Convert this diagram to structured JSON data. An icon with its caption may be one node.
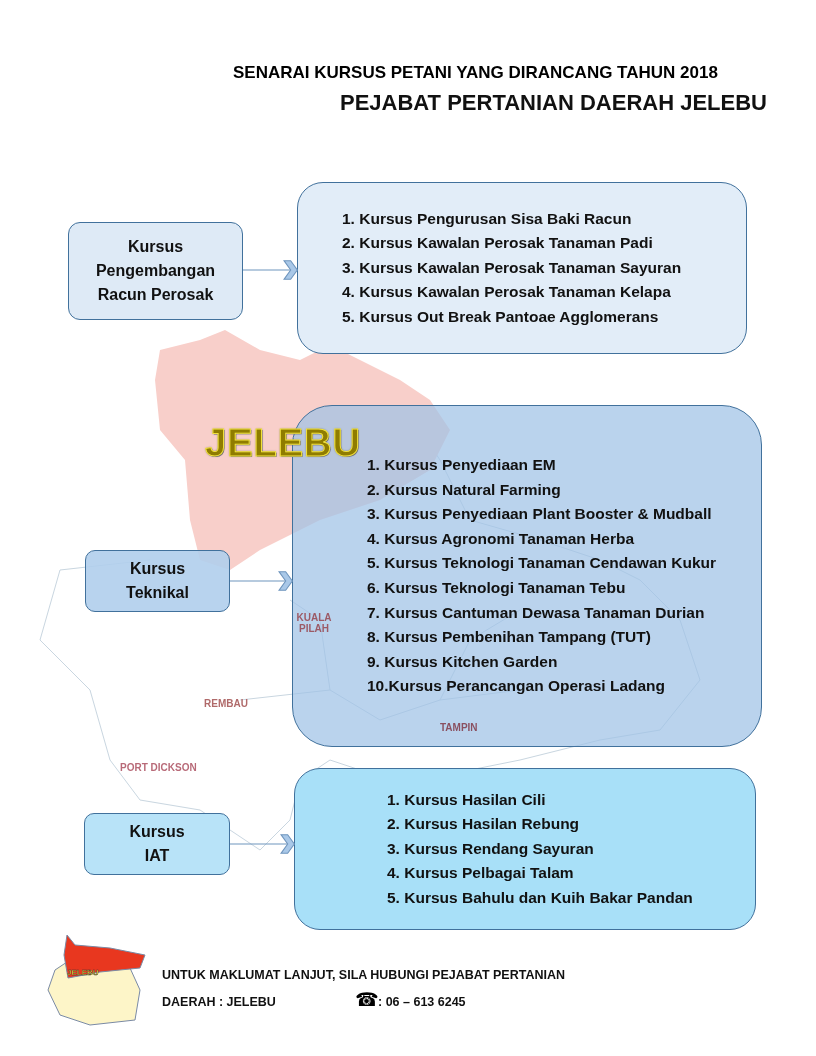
{
  "diagram": {
    "title": "SENARAI KURSUS PETANI YANG DIRANCANG TAHUN 2018",
    "nodes": [
      {
        "text": [
          "Kursus Pengembangan Racun Perosak"
        ]
      },
      {
        "text": [
          "1. Kursus Pengurusan Sisa Baki Racun",
          "2. Kursus Kawalan Perosak Tanaman Padi",
          "3. Kursus Kawalan Perosak Tanaman Sayuran",
          "4. Kursus Kawalan Perosak Tanaman Kelapa",
          "5. Kursus Out Break Pantoae Agglomerans"
        ]
      },
      {
        "text": [
          "Kursus Teknikal"
        ]
      },
      {
        "text": [
          "1. Kursus Penyediaan EM",
          "2. Kursus Natural Farming",
          "3. Kursus Penyediaan Plant Booster & Mudball",
          "4. Kursus Agronomi Tanaman Herba",
          "5. Kursus Teknologi Tanaman Cendawan Kukur",
          "6. Kursus Teknologi Tanaman Tebu",
          "7. Kursus Cantuman Dewasa Tanaman Durian",
          "8. Kursus Pembenihan Tampang (TUT)",
          "9. Kursus Kitchen Garden",
          "10.Kursus Perancangan Operasi Ladang"
        ]
      },
      {
        "text": [
          "Kursus IAT"
        ]
      },
      {
        "text": [
          "1. Kursus Hasilan Cili",
          "2. Kursus Hasilan Rebung",
          "3. Kursus Rendang Sayuran",
          "4. Kursus Pelbagai Talam",
          "5. Kursus Bahulu dan Kuih Bakar Pandan"
        ]
      }
    ],
    "edges": [
      {
        "from": 0,
        "to": 1,
        "arrow": "to"
      },
      {
        "from": 2,
        "to": 3,
        "arrow": "to"
      },
      {
        "from": 4,
        "to": 5,
        "arrow": "to"
      }
    ],
    "labels": [
      "☎",
      "PEJABAT PERTANIAN DAERAH JELEBU",
      "JELEBU",
      "KUALA PILAH",
      "REMBAU",
      "TAMPIN",
      "PORT DICKSON",
      "JELEBU",
      "UNTUK MAKLUMAT LANJUT, SILA HUBUNGI PEJABAT PERTANIAN",
      "DAERAH : JELEBU",
      ": 06 – 613 6245"
    ]
  }
}
